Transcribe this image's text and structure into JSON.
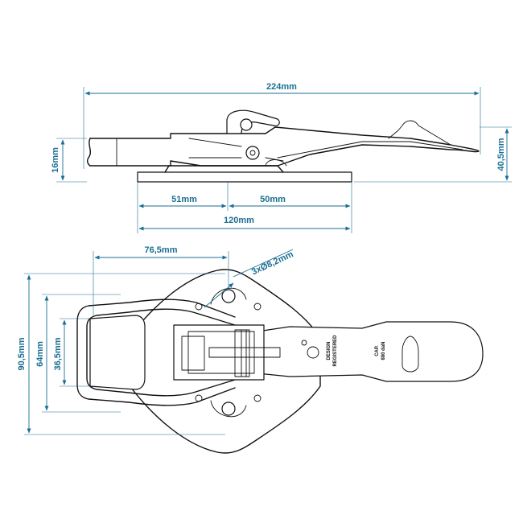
{
  "side_view": {
    "overall_length": "224mm",
    "lever_height": "16mm",
    "total_height": "40,5mm",
    "base_left": "51mm",
    "base_right": "50mm",
    "base_length": "120mm"
  },
  "top_view": {
    "hole_offset": "76,5mm",
    "hole_spec": "3xØ8,2mm",
    "overall_width": "90,5mm",
    "loop_width": "64mm",
    "inner_width": "36,5mm",
    "label_design_1": "DESIGN",
    "label_design_2": "REGISTERED",
    "label_cap_1": "CAP.",
    "label_cap_2": "880 daN"
  },
  "colors": {
    "dimension": "#1b6f92",
    "outline": "#111111"
  }
}
